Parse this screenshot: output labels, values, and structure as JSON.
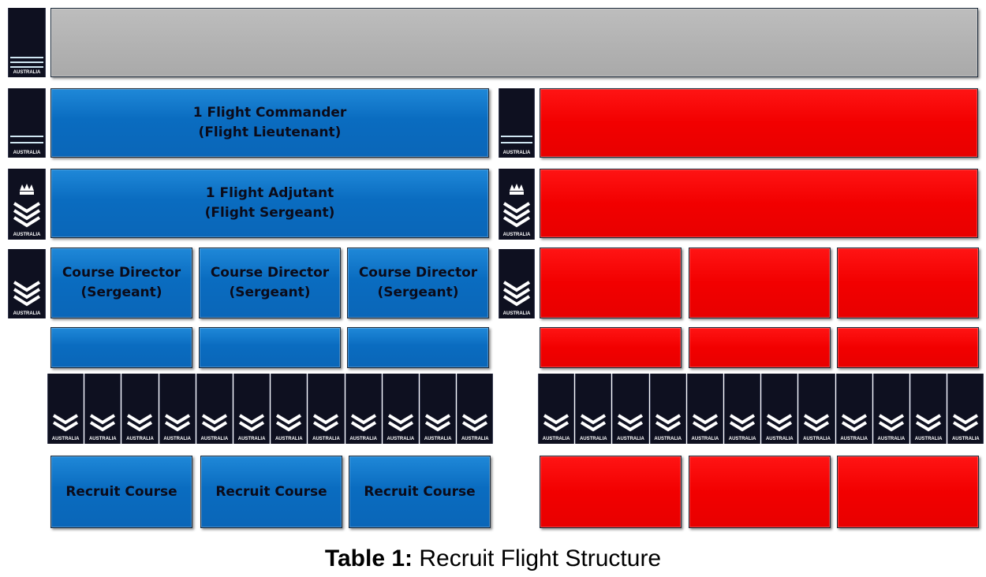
{
  "insignia_word": "AUSTRALIA",
  "flight_1": {
    "commander": "1 Flight Commander\n(Flight Lieutenant)",
    "adjutant": "1 Flight Adjutant\n(Flight Sergeant)",
    "course_directors": [
      "Course Director\n(Sergeant)",
      "Course Director\n(Sergeant)",
      "Course Director\n(Sergeant)"
    ],
    "recruit_courses": [
      "Recruit Course",
      "Recruit Course",
      "Recruit Course"
    ]
  },
  "caption": {
    "prefix": "Table 1:",
    "text": " Recruit Flight Structure"
  },
  "colors": {
    "flight_1": "#0a6cc0",
    "flight_2": "#f20000",
    "top_bar": "#a9a9a9",
    "epaulette": "#0e1020"
  },
  "icons": {
    "rank_officer": "epaulette-stripes-icon",
    "rank_flight_sergeant": "crown-chevrons-icon",
    "rank_sergeant": "chevrons-icon",
    "rank_corporal": "chevrons-icon"
  }
}
